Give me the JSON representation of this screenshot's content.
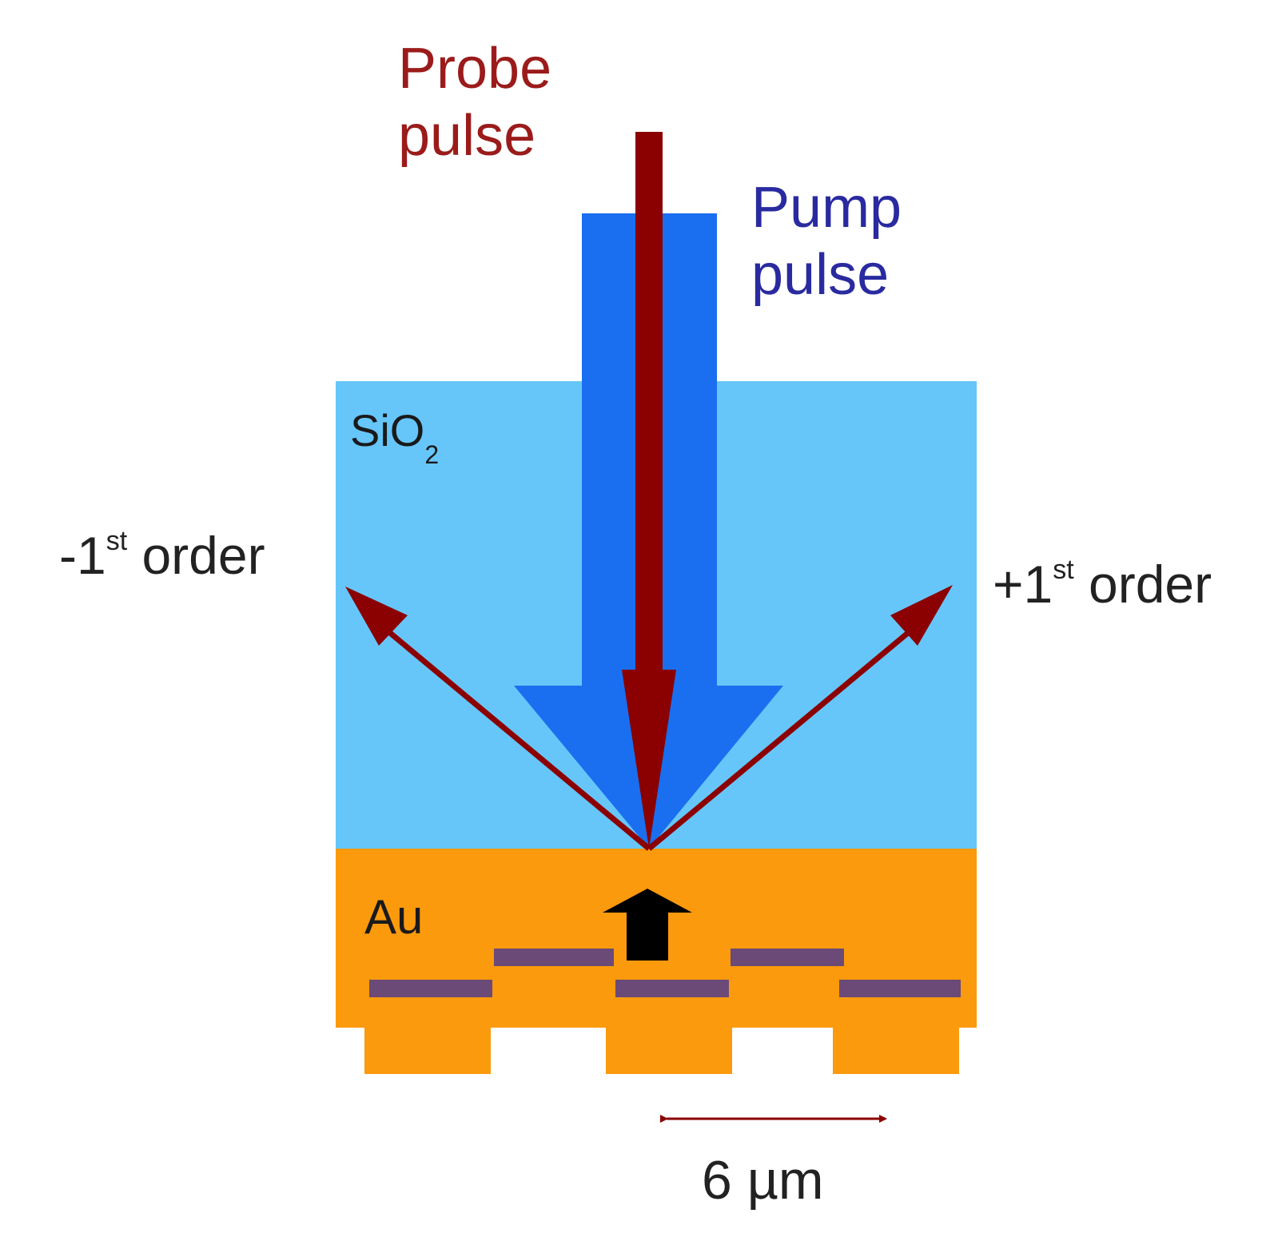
{
  "labels": {
    "probe_line1": "Probe",
    "probe_line2": "pulse",
    "pump_line1": "Pump",
    "pump_line2": "pulse",
    "sio2_main": "SiO",
    "sio2_sub": "2",
    "au": "Au",
    "minus_order_num": "-1",
    "minus_order_sup": "st",
    "minus_order_word": " order",
    "plus_order_num": "+1",
    "plus_order_sup": "st",
    "plus_order_word": " order",
    "period": "6 µm"
  },
  "colors": {
    "probe": "#8b0000",
    "probe_label": "#9b1b1b",
    "pump": "#1a6ff0",
    "pump_label": "#2a2aa0",
    "sio2": "#66c6fa",
    "au": "#fb9a0c",
    "grating_stripe": "#6b4a78",
    "text_dark": "#222222",
    "displacement_arrow": "#000000"
  }
}
